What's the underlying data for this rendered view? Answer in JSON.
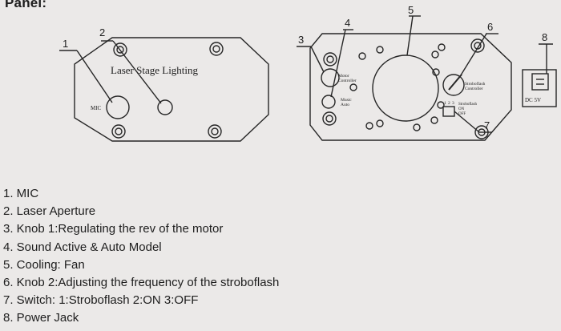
{
  "heading": "Panel:",
  "front_panel": {
    "title": "Laser Stage Lighting",
    "mic_label": "MIC"
  },
  "callout_numbers": [
    "1",
    "2",
    "3",
    "4",
    "5",
    "6",
    "7",
    "8"
  ],
  "back_panel": {
    "motor_controller_label": [
      "Motor",
      "Controller"
    ],
    "music_auto_label": [
      "Music",
      "Auto"
    ],
    "strobe_controller_label": [
      "Stroboflash",
      "Controller"
    ],
    "switch_positions": [
      "1",
      "2",
      "3"
    ],
    "switch_label": [
      "Stroboflash",
      "ON",
      "OFF"
    ]
  },
  "power_jack_label": "DC 5V",
  "legend": [
    "1. MIC",
    "2. Laser Aperture",
    "3. Knob 1:Regulating the rev of the motor",
    "4. Sound Active & Auto Model",
    "5. Cooling: Fan",
    "6. Knob 2:Adjusting the frequency of the stroboflash",
    "7. Switch: 1:Stroboflash 2:ON 3:OFF",
    "8. Power Jack"
  ]
}
